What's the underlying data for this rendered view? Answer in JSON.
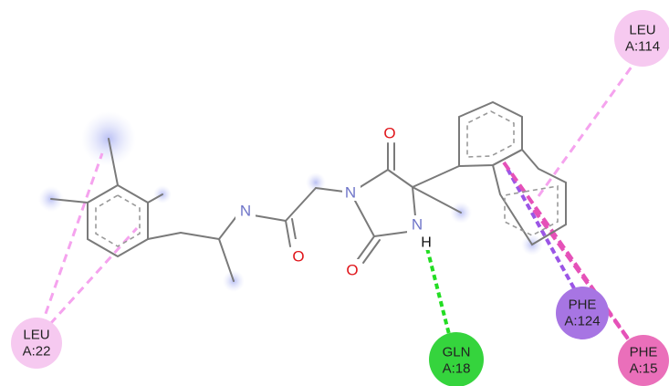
{
  "residues": [
    {
      "id": "leu114",
      "name": "LEU",
      "chain": "A:114",
      "color": "#f6c9f0",
      "role": "alkyl"
    },
    {
      "id": "leu22",
      "name": "LEU",
      "chain": "A:22",
      "color": "#f6c9f0",
      "role": "alkyl"
    },
    {
      "id": "gln18",
      "name": "GLN",
      "chain": "A:18",
      "color": "#35d43d",
      "role": "hydrogen-bond"
    },
    {
      "id": "phe124",
      "name": "PHE",
      "chain": "A:124",
      "color": "#a775e3",
      "role": "pi-sigma"
    },
    {
      "id": "phe15",
      "name": "PHE",
      "chain": "A:15",
      "color": "#ea6fba",
      "role": "pi-pi"
    }
  ],
  "atoms": {
    "nitrogen": "N",
    "oxygen": "O",
    "hydrogen": "H"
  },
  "colors": {
    "bond": "#7a7a7a",
    "nitrogen": "#6f75c9",
    "oxygen": "#e0161b",
    "hbond": "#22dd22",
    "alkyl": "#f5a3ee",
    "pi_pi": "#e551b8",
    "pi_sigma": "#9b55e6",
    "halo": "#c9cef5"
  }
}
